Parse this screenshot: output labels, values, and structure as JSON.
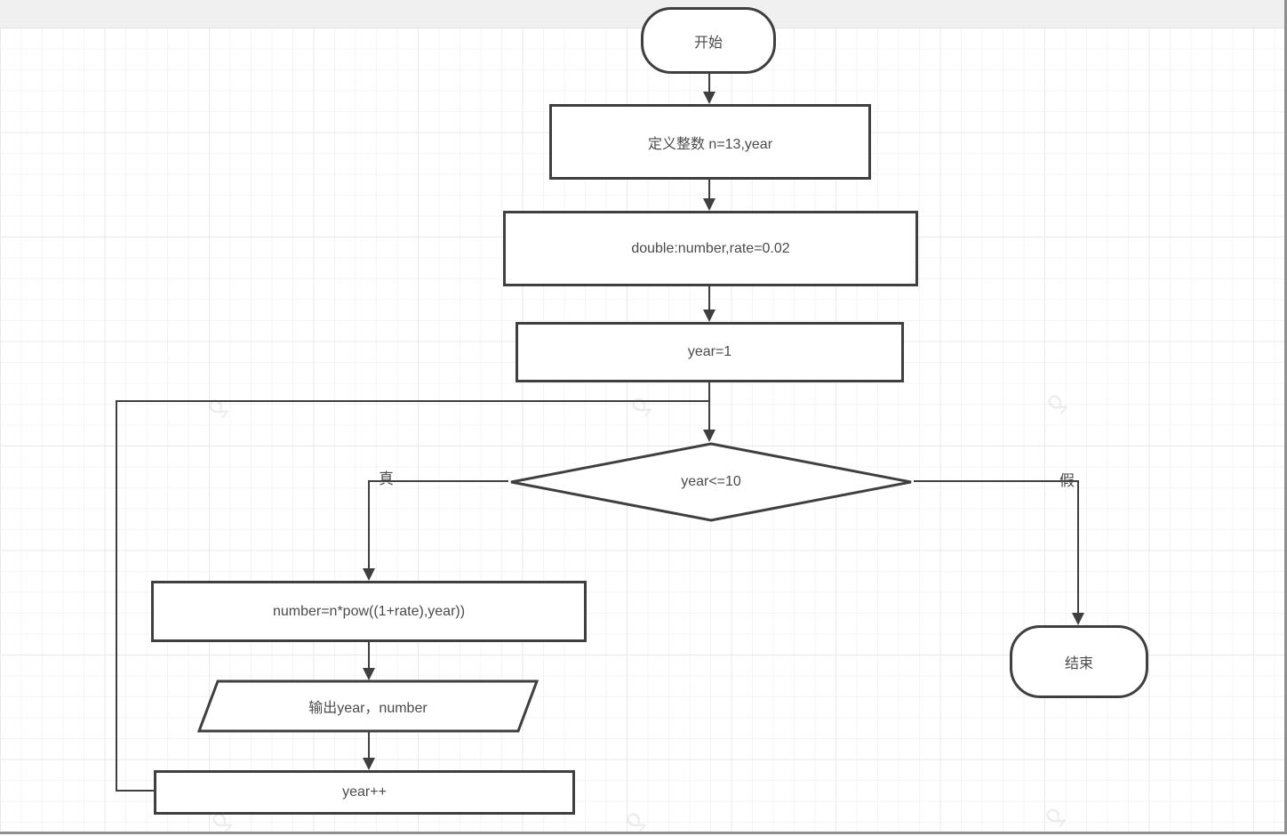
{
  "colors": {
    "stroke": "#3f3f3f",
    "node_fill": "#ffffff",
    "text": "#4b4b4b",
    "grid_minor": "#f4f4f4",
    "grid_major": "#e9e9e9",
    "chrome_bar": "#f0f0f0",
    "scroll_strip": "#8f8f8f"
  },
  "watermark": {
    "glyph": "δ"
  },
  "flowchart": {
    "nodes": {
      "start": {
        "label": "开始",
        "shape": "terminator"
      },
      "define_int": {
        "label": "定义整数 n=13,year",
        "shape": "process"
      },
      "define_double": {
        "label": "double:number,rate=0.02",
        "shape": "process"
      },
      "init_year": {
        "label": "year=1",
        "shape": "process"
      },
      "decision": {
        "label": "year<=10",
        "shape": "decision"
      },
      "compute": {
        "label": "number=n*pow((1+rate),year))",
        "shape": "process"
      },
      "output": {
        "label": "输出year，number",
        "shape": "input-output"
      },
      "increment": {
        "label": "year++",
        "shape": "process"
      },
      "end": {
        "label": "结束",
        "shape": "terminator"
      }
    },
    "edges": {
      "true_label": "真",
      "false_label": "假"
    }
  }
}
